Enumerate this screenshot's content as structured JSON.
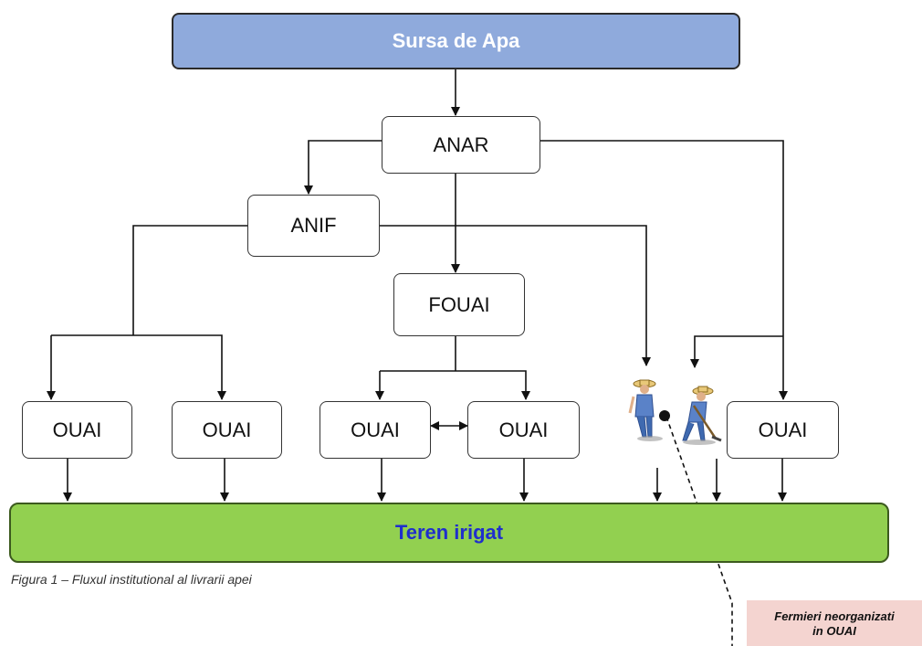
{
  "nodes": {
    "source": "Sursa de Apa",
    "anar": "ANAR",
    "anif": "ANIF",
    "fouai": "FOUAI",
    "ouai": [
      "OUAI",
      "OUAI",
      "OUAI",
      "OUAI",
      "OUAI"
    ],
    "land": "Teren irigat"
  },
  "caption": "Figura 1 – Fluxul institutional al livrarii apei",
  "callout": "Fermieri neorganizati\nin OUAI",
  "icons": [
    "farmer-icon",
    "farmer-with-hoe-icon"
  ],
  "colors": {
    "source_fill": "#8faadc",
    "land_fill": "#92d050",
    "land_text": "#1f2ecc",
    "callout_fill": "#f4d4d0"
  }
}
